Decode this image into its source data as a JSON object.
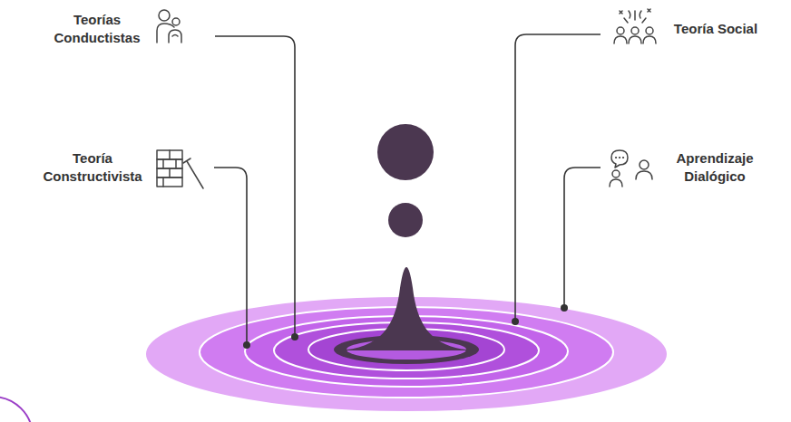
{
  "diagram": {
    "labels": [
      "Teorías Conductistas",
      "Teoría Social",
      "Teoría Constructivista",
      "Aprendizaje Dialógico"
    ]
  }
}
